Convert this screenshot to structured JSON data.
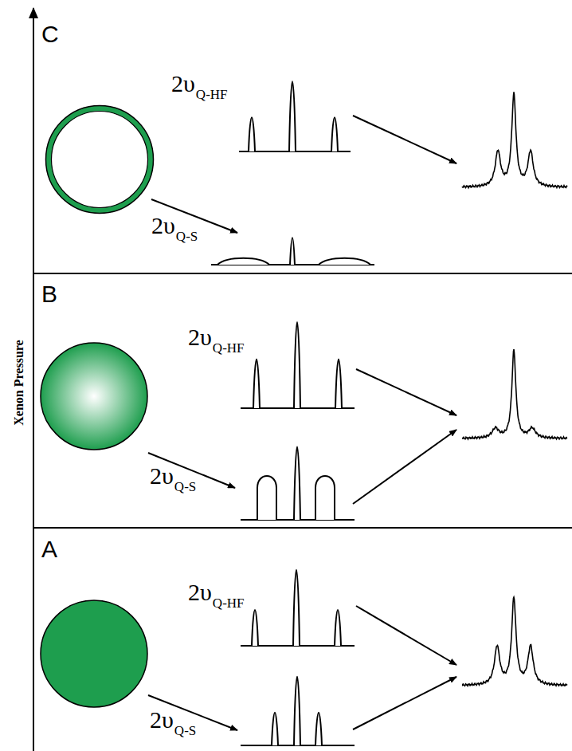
{
  "diagram": {
    "labels": [
      "C",
      "2υ",
      "Q-HF",
      "2υ",
      "Q-S",
      "B",
      "2υ",
      "Q-HF",
      "2υ",
      "Q-S",
      "A",
      "2υ",
      "Q-HF",
      "2υ",
      "Q-S",
      "Xenon Pressure"
    ]
  }
}
